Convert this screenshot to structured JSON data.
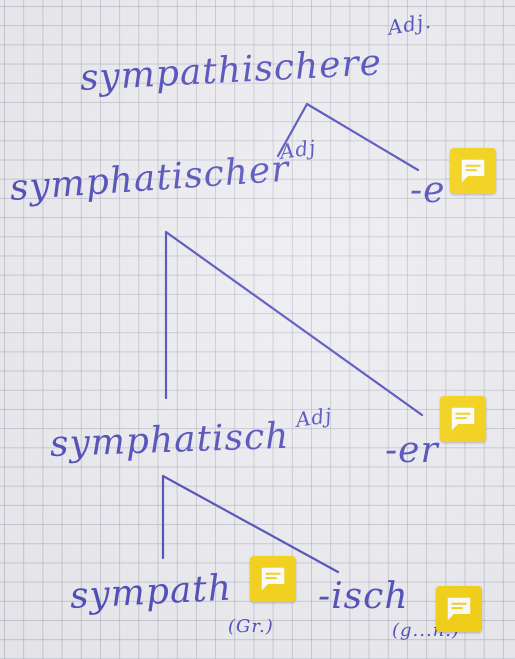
{
  "annotation": {
    "accent_color": "#f5d20f",
    "ink_color": "#4b48b8",
    "icon": "comment-icon"
  },
  "level0": {
    "word": "sympathischere",
    "category": "Adj."
  },
  "level1": {
    "word": "symphatischer",
    "category": "Adj",
    "suffix": "-e"
  },
  "level2": {
    "word": "symphatisch",
    "category": "Adj",
    "suffix": "-er"
  },
  "level3": {
    "stem": "sympath",
    "stem_note": "(Gr.)",
    "suffix": "-isch",
    "suffix_note": "(g...n.)"
  }
}
